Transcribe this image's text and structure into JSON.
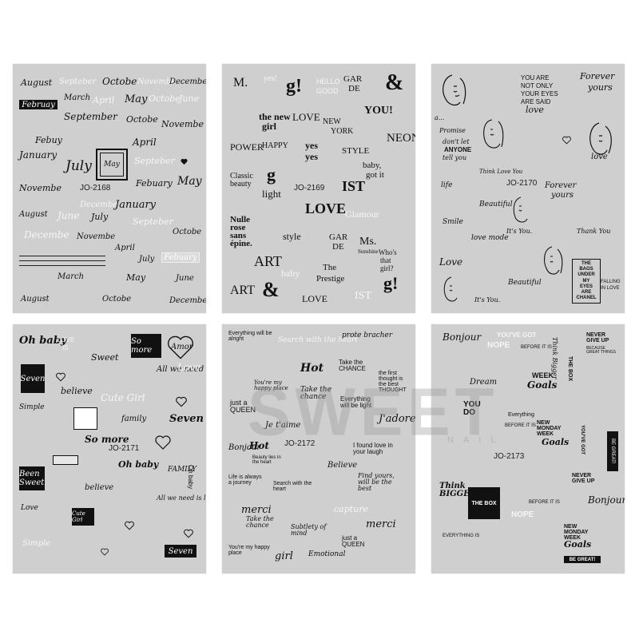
{
  "sheets": [
    {
      "code": "JO-2168",
      "words": [
        "August",
        "Septeber",
        "Octobe",
        "Novembe",
        "Decembe",
        "Februay",
        "March",
        "April",
        "May",
        "Octobe",
        "June",
        "September",
        "Octobe",
        "Novembe",
        "Febuy",
        "April",
        "January",
        "July",
        "May",
        "Septeber",
        "Novembe",
        "Febuary",
        "May",
        "January",
        "Decembe",
        "August",
        "June",
        "July",
        "Septeber",
        "Octobe",
        "Decembe",
        "Novembe",
        "April",
        "July",
        "Febuary",
        "March",
        "May",
        "June",
        "August",
        "Octobe",
        "Decembe"
      ]
    },
    {
      "code": "JO-2169",
      "words": [
        "M.",
        "yes!",
        "g!",
        "HELLO",
        "GOOD",
        "GAR",
        "DE",
        "&",
        "YOU!",
        "the new",
        "girl",
        "LOVE",
        "NEW",
        "YORK",
        "NEON",
        "POWER",
        "HAPPY",
        "yes",
        "yes",
        "STYLE",
        "baby,",
        "got it",
        "Classic",
        "beauty",
        "g",
        "light",
        "IST",
        "LOVE",
        "Glamour",
        "Nulle",
        "rose",
        "sans",
        "épine.",
        "ART",
        "style",
        "GAR",
        "DE",
        "Ms.",
        "Sunshine",
        "Who's",
        "that",
        "girl?",
        "baby",
        "The",
        "Prestige",
        "ART",
        "&",
        "LOVE",
        "IST",
        "g!"
      ]
    },
    {
      "code": "JO-2170",
      "words": [
        "YOU ARE",
        "NOT ONLY",
        "YOUR EYES",
        "ARE SAID",
        "love",
        "Forever",
        "yours",
        "Promise",
        "don't let",
        "ANYONE",
        "tell you",
        "a...",
        "Think Love You",
        "Forever",
        "yours",
        "life",
        "Beautiful",
        "Thank You",
        "It's You.",
        "Smile",
        "love mode",
        "Love",
        "THE",
        "BAGS",
        "UNDER",
        "MY",
        "EYES",
        "ARE",
        "CHANEL",
        "Beautiful",
        "It's You.",
        "FALLING",
        "IN LOVE"
      ]
    },
    {
      "code": "JO-2171",
      "words": [
        "Oh baby",
        "LOVE",
        "IS",
        "Sweet",
        "So more",
        "Amor",
        "Seven",
        "believe",
        "All we need is love",
        "Love",
        "Cute Girl",
        "Simple",
        "family",
        "Seven",
        "So more",
        "Oh baby",
        "Been Sweet",
        "believe",
        "FAMILY",
        "Oh baby",
        "Love",
        "Cute Girl",
        "All we need is love",
        "Seven",
        "Simple"
      ]
    },
    {
      "code": "JO-2172",
      "words": [
        "Everything will be alright",
        "Search with the heart",
        "prote bracher",
        "Hot",
        "Take the CHANCE",
        "the first thought is the best THOUGHT",
        "You're my happy place",
        "Take the chance",
        "just a QUEEN",
        "Everything will be light",
        "J'adore",
        "Je t'aime",
        "Bonjour",
        "Hot",
        "Beauty lies in the heart",
        "I found love in your laugh",
        "Believe",
        "Life is always a journey",
        "Search with the heart",
        "Find yours, will be the best",
        "merci",
        "Take the chance",
        "Subtlety of mind",
        "capture",
        "merci",
        "You're my happy place",
        "girl",
        "Emotional",
        "just a QUEEN"
      ]
    },
    {
      "code": "JO-2173",
      "words": [
        "Bonjour",
        "YOU'VE GOT",
        "NOPE",
        "BEFORE IT IS",
        "NEVER GIVE UP",
        "BECAUSE GREAT THINGS",
        "Think Bigger",
        "WEEK",
        "Goals",
        "THE BOX",
        "Everything",
        "Dream",
        "YOU DO",
        "BEFORE IT IS",
        "NEW MONDAY WEEK",
        "Goals",
        "YOU'VE GOT",
        "BE GREAT!",
        "NEVER GIVE UP",
        "Think BIGGER",
        "THE BOX",
        "NOPE",
        "BEFORE IT IS",
        "EVERYTHING IS",
        "Bonjour",
        "NEW MONDAY WEEK",
        "Goals",
        "BE GREAT!"
      ]
    }
  ],
  "watermark": {
    "main": "SWEET",
    "sub": "NAIL"
  },
  "colors": {
    "sheet_bg": "#cfcfcf",
    "ink": "#111111",
    "white_ink": "#f6f6f6"
  }
}
